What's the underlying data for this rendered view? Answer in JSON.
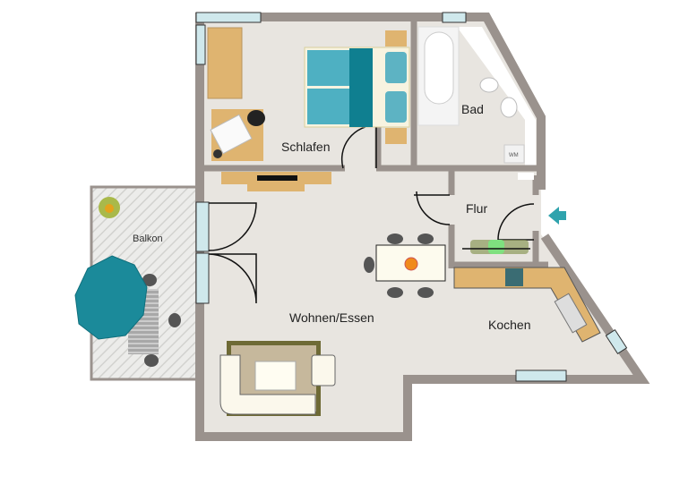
{
  "rooms": {
    "bedroom": "Schlafen",
    "bathroom": "Bad",
    "hall": "Flur",
    "balcony": "Balkon",
    "living": "Wohnen/Essen",
    "kitchen": "Kochen"
  },
  "fixtures": {
    "washing_machine": "WM"
  },
  "colors": {
    "wall": "#9a928d",
    "floor": "#e8e5e0",
    "wood": "#dfb470",
    "teal": "#1b8a9a",
    "window": "#cfe8ec",
    "entrance_arrow": "#2fa3ad",
    "rug": "#6e6a35"
  },
  "icons": [
    "entrance-arrow-icon",
    "plant-icon",
    "parasol-icon",
    "fruit-bowl-icon"
  ]
}
